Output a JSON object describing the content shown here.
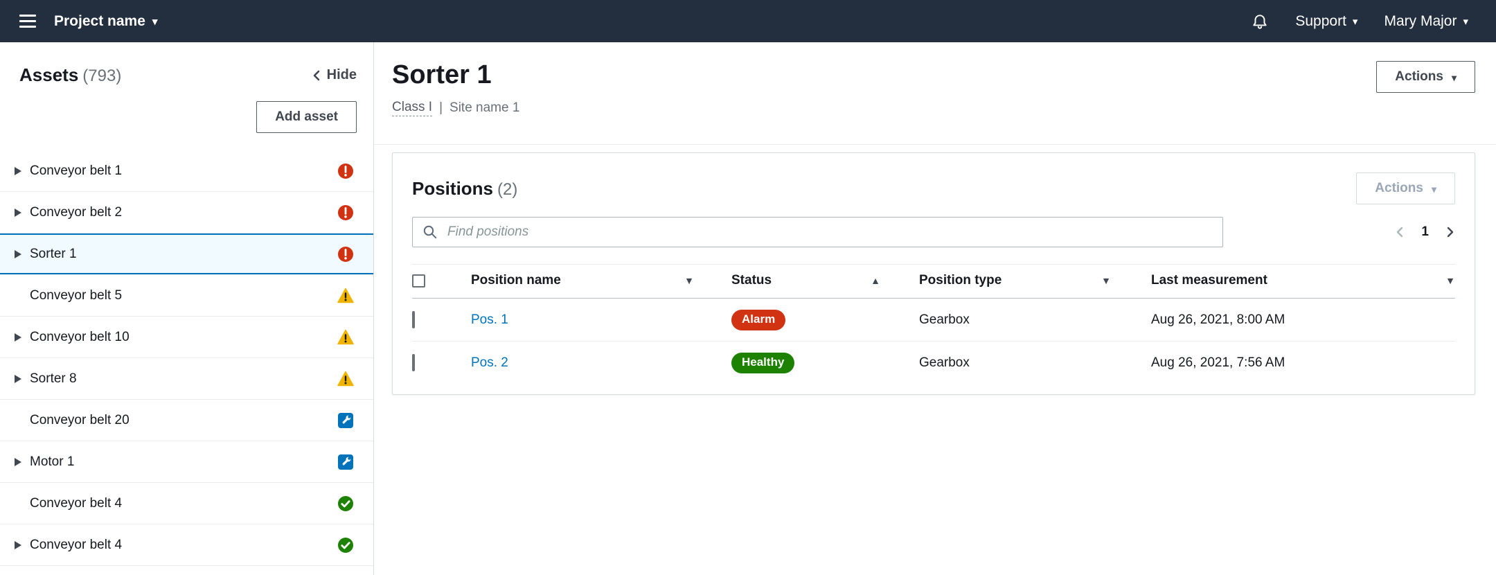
{
  "topbar": {
    "project": "Project name",
    "support": "Support",
    "user": "Mary Major"
  },
  "sidebar": {
    "title": "Assets",
    "count": "(793)",
    "hide_label": "Hide",
    "add_asset_label": "Add asset",
    "items": [
      {
        "label": "Conveyor belt 1",
        "status": "alarm",
        "expandable": true,
        "selected": false
      },
      {
        "label": "Conveyor belt 2",
        "status": "alarm",
        "expandable": true,
        "selected": false
      },
      {
        "label": "Sorter 1",
        "status": "alarm",
        "expandable": true,
        "selected": true
      },
      {
        "label": "Conveyor belt 5",
        "status": "warning",
        "expandable": false,
        "selected": false
      },
      {
        "label": "Conveyor belt 10",
        "status": "warning",
        "expandable": true,
        "selected": false
      },
      {
        "label": "Sorter 8",
        "status": "warning",
        "expandable": true,
        "selected": false
      },
      {
        "label": "Conveyor belt 20",
        "status": "maintenance",
        "expandable": false,
        "selected": false
      },
      {
        "label": "Motor 1",
        "status": "maintenance",
        "expandable": true,
        "selected": false
      },
      {
        "label": "Conveyor belt 4",
        "status": "healthy",
        "expandable": false,
        "selected": false
      },
      {
        "label": "Conveyor belt 4",
        "status": "healthy",
        "expandable": true,
        "selected": false
      }
    ]
  },
  "page": {
    "title": "Sorter 1",
    "class_label": "Class I",
    "separator": "|",
    "site_label": "Site name 1",
    "actions_label": "Actions"
  },
  "positions": {
    "title": "Positions",
    "count": "(2)",
    "actions_label": "Actions",
    "search_placeholder": "Find positions",
    "pagination": {
      "page": "1"
    },
    "columns": [
      {
        "label": "Position name",
        "sort": "desc"
      },
      {
        "label": "Status",
        "sort": "asc"
      },
      {
        "label": "Position type",
        "sort": "desc"
      },
      {
        "label": "Last measurement",
        "sort": "desc"
      }
    ],
    "rows": [
      {
        "name": "Pos. 1",
        "status": "Alarm",
        "status_type": "alarm",
        "type": "Gearbox",
        "last": "Aug 26, 2021, 8:00 AM"
      },
      {
        "name": "Pos. 2",
        "status": "Healthy",
        "status_type": "healthy",
        "type": "Gearbox",
        "last": "Aug 26, 2021, 7:56 AM"
      }
    ]
  },
  "icons": {
    "alarm": "exclamation-circle",
    "warning": "warning-triangle",
    "maintenance": "wrench-square",
    "healthy": "check-circle"
  },
  "colors": {
    "topbar": "#232f3e",
    "accent_blue": "#0073bb",
    "alarm_red": "#d13212",
    "warning_yellow": "#f0b400",
    "healthy_green": "#1d8102",
    "selected_row_bg": "#f1faff"
  }
}
